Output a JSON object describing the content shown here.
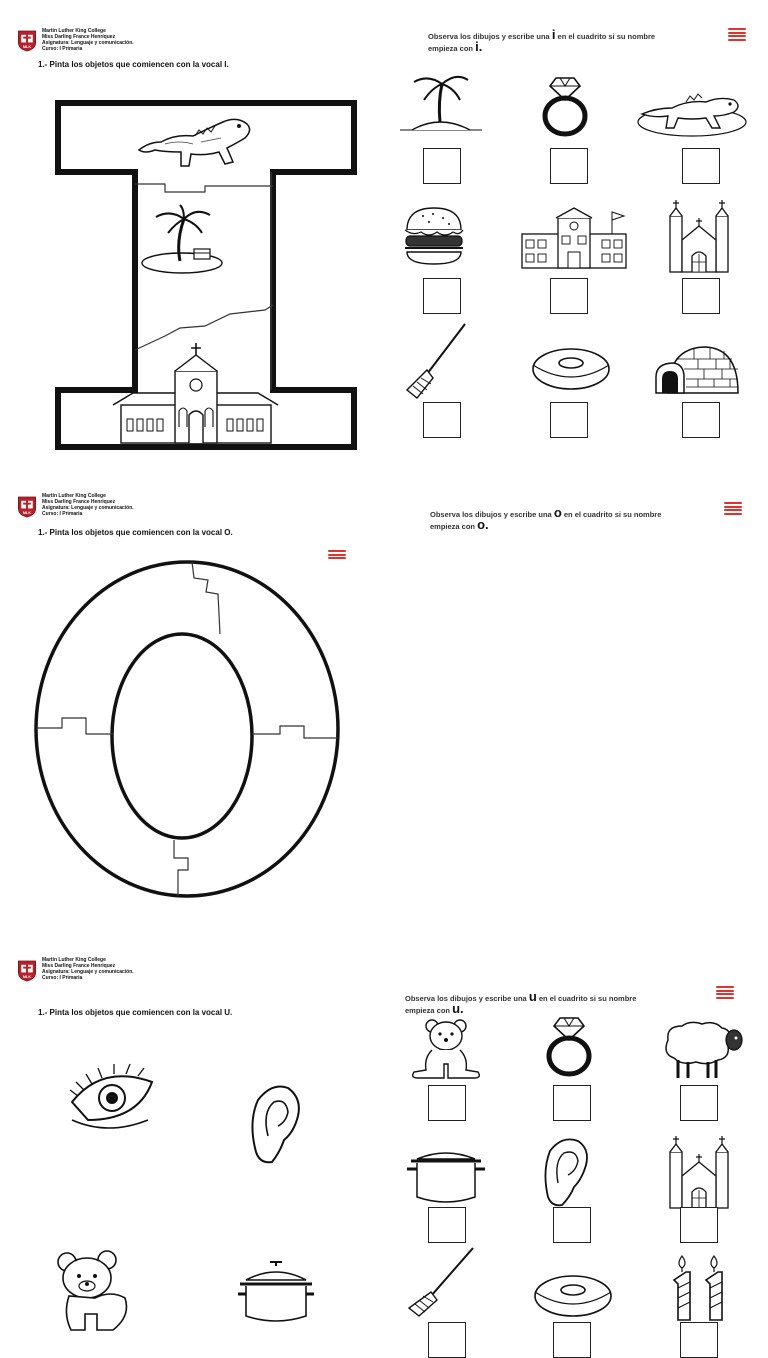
{
  "header": {
    "school": "Martin Luther King College",
    "teacher": "Miss Darling France Henríquez",
    "subject": "Asignatura: Lenguaje y comunicación.",
    "course": "Curso: I Primaria"
  },
  "sections": [
    {
      "task": "1.- Pinta los objetos que comiencen con la vocal I.",
      "instr_pre": "Observa los dibujos y escribe una",
      "letter": "i",
      "instr_post": "en el cuadrito si su nombre",
      "instr_line2": "empieza con",
      "letter_end": "i."
    },
    {
      "task": "1.- Pinta los objetos que comiencen con la vocal O.",
      "instr_pre": "Observa los dibujos y escribe una",
      "letter": "o",
      "instr_post": "en el cuadrito si su nombre",
      "instr_line2": "empieza con",
      "letter_end": "o."
    },
    {
      "task": "1.- Pinta los objetos que comiencen con la vocal U.",
      "instr_pre": "Observa los dibujos y escribe una",
      "letter": "u",
      "instr_post": "en el cuadrito si su nombre",
      "instr_line2": "empieza con",
      "letter_end": "u."
    }
  ],
  "icons": {
    "i_letter": [
      "iguana-icon",
      "island-icon",
      "church-icon"
    ],
    "i_grid": [
      "island-icon",
      "ring-icon",
      "iguana-icon",
      "hamburger-icon",
      "school-icon",
      "church-icon",
      "broom-icon",
      "donut-icon",
      "igloo-icon"
    ],
    "o_letter": [
      "eye-icon",
      "ear-icon",
      "bear-icon",
      "pot-icon"
    ],
    "o_grid": [
      "teddy-bear-icon",
      "ring-icon",
      "sheep-icon",
      "pot-icon",
      "ear-icon",
      "church-icon",
      "broom-icon",
      "donut-icon",
      "candles-11-icon"
    ]
  },
  "colors": {
    "accent": "#e2322b",
    "ink": "#111111",
    "logo": "#b8202a"
  }
}
